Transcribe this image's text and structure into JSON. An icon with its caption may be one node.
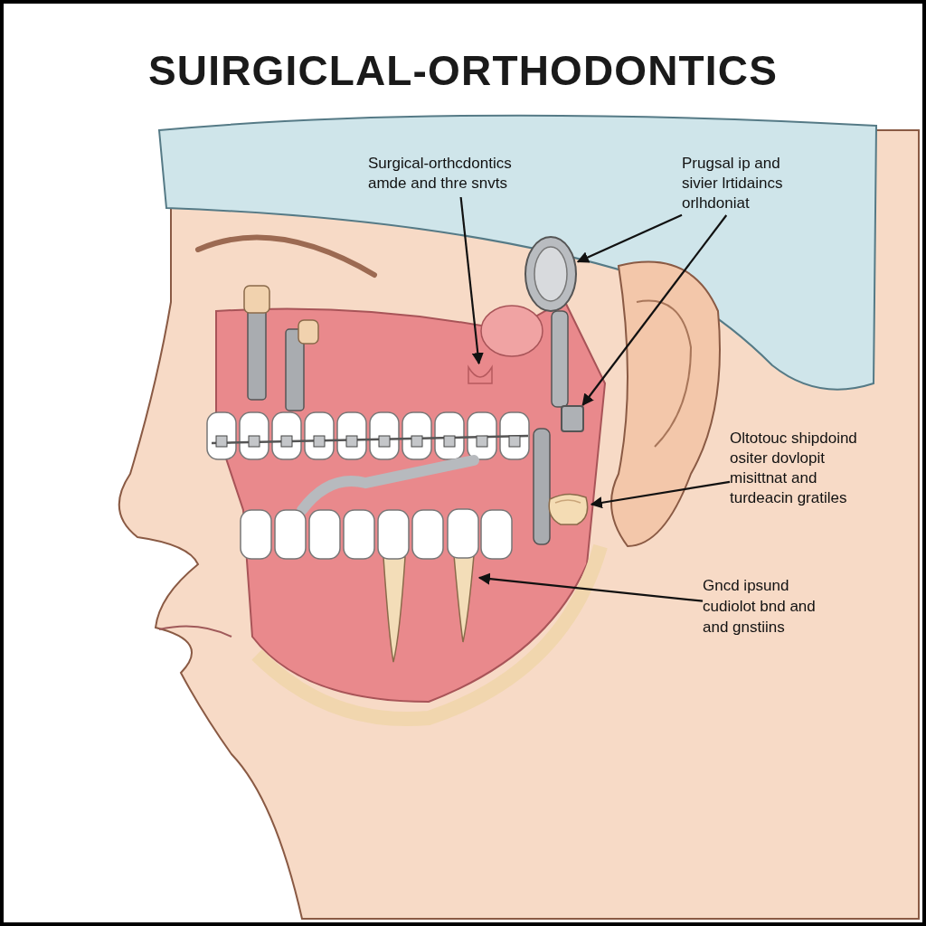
{
  "diagram": {
    "title": "SUIRGICLAL-ORTHODONTICS",
    "nodes": [
      {
        "text": [
          "Surgical-orthcdontics amde and thre snvts"
        ]
      },
      {
        "text": [
          "Prugsal ip and sivier lrtidaincs orlhdoniat"
        ]
      },
      {
        "text": [
          "Oltotouc shipdoind ositer dovlopit misittnat and turdeacin gratiles"
        ]
      },
      {
        "text": [
          "Gncd ipsund cudiolot bnd and and gnstiins"
        ]
      },
      {
        "text": [],
        "shape": "picture"
      },
      {
        "text": [],
        "shape": "picture"
      },
      {
        "text": [],
        "shape": "box"
      },
      {
        "text": [],
        "shape": "picture"
      },
      {
        "text": [],
        "shape": "picture"
      }
    ],
    "edges": [
      {
        "from": 0,
        "to": 4,
        "arrow": "to"
      },
      {
        "from": 1,
        "to": 5,
        "arrow": "to"
      },
      {
        "from": 1,
        "to": 6,
        "arrow": "to"
      },
      {
        "from": 2,
        "to": 7,
        "arrow": "to"
      },
      {
        "from": 3,
        "to": 8,
        "arrow": "to"
      }
    ]
  }
}
